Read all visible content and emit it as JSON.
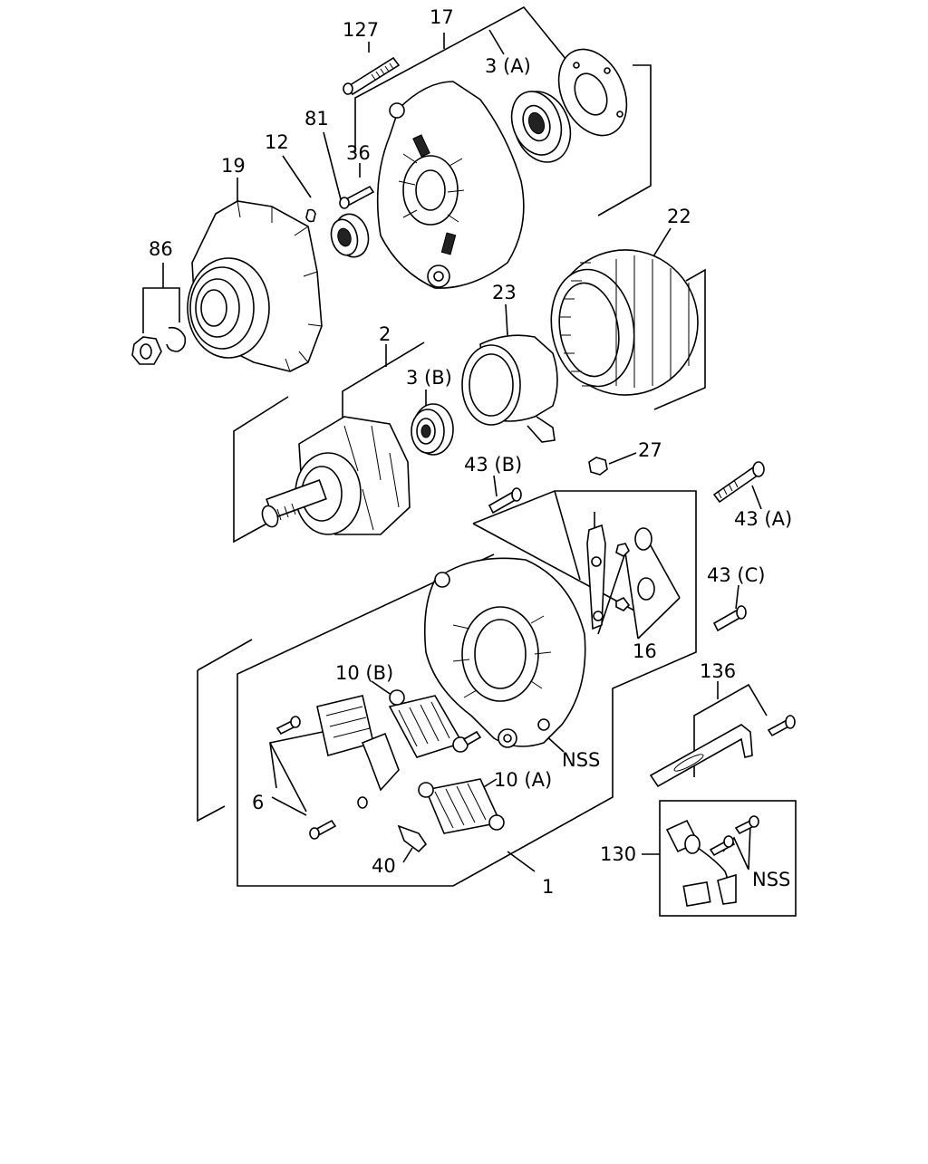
{
  "callouts": {
    "c127": "127",
    "c17": "17",
    "c3a": "3 (A)",
    "c81": "81",
    "c36": "36",
    "c12": "12",
    "c19": "19",
    "c22": "22",
    "c86": "86",
    "c23": "23",
    "c2": "2",
    "c3b": "3 (B)",
    "c27": "27",
    "c43b": "43 (B)",
    "c43a": "43 (A)",
    "c43c": "43 (C)",
    "c16": "16",
    "c136": "136",
    "c10b": "10 (B)",
    "c10a": "10 (A)",
    "cnss1": "NSS",
    "c6": "6",
    "c40": "40",
    "c1": "1",
    "c130": "130",
    "cnss2": "NSS"
  }
}
